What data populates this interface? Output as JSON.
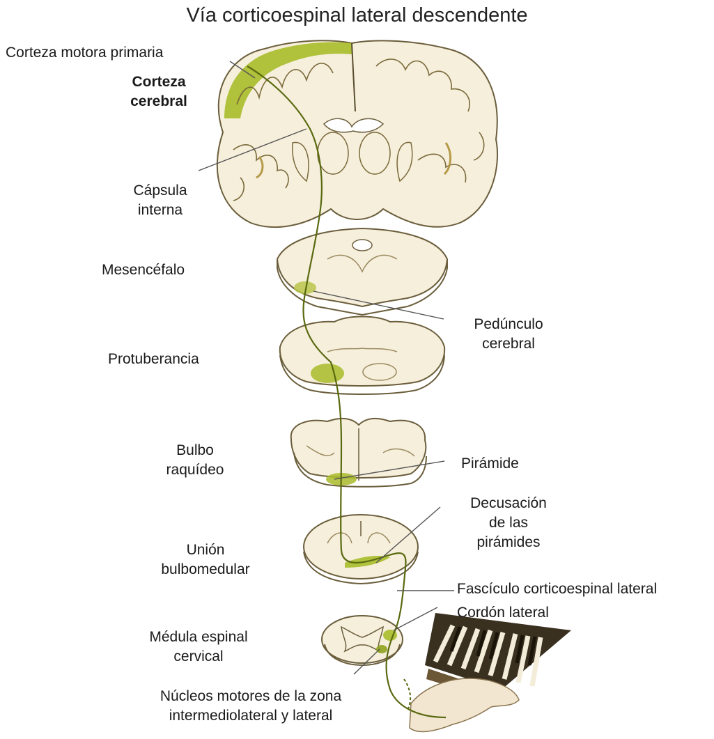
{
  "title": "Vía corticoespinal lateral descendente",
  "labels": {
    "corteza_motora_primaria": "Corteza motora primaria",
    "corteza_cerebral_1": "Corteza",
    "corteza_cerebral_2": "cerebral",
    "capsula_interna_1": "Cápsula",
    "capsula_interna_2": "interna",
    "mesencefalo": "Mesencéfalo",
    "pedunculo_1": "Pedúnculo",
    "pedunculo_2": "cerebral",
    "protuberancia": "Protuberancia",
    "bulbo_1": "Bulbo",
    "bulbo_2": "raquídeo",
    "piramide": "Pirámide",
    "decusacion_1": "Decusación",
    "decusacion_2": "de las",
    "decusacion_3": "pirámides",
    "union_1": "Unión",
    "union_2": "bulbomedular",
    "fasciculo": "Fascículo corticoespinal lateral",
    "cordon": "Cordón lateral",
    "medula_1": "Médula espinal",
    "medula_2": "cervical",
    "nucleos_1": "Núcleos motores de la zona",
    "nucleos_2": "intermediolateral y lateral"
  },
  "colors": {
    "tissue": "#f6efdc",
    "tissue_edge": "#6b5e3c",
    "tract_green": "#8fa31e",
    "tract_dark": "#5a6a10",
    "cortex_highlight": "#a9bb2a",
    "pointer": "#555555"
  }
}
